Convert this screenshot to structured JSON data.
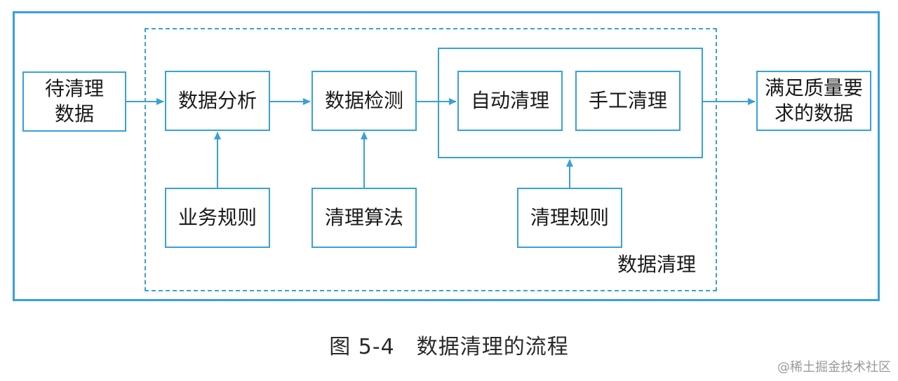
{
  "diagram": {
    "nodes": {
      "input": "待清理\n数据",
      "analysis": "数据分析",
      "detection": "数据检测",
      "auto_clean": "自动清理",
      "manual_clean": "手工清理",
      "output": "满足质量要\n求的数据",
      "business_rules": "业务规则",
      "clean_algorithm": "清理算法",
      "clean_rules": "清理规则"
    },
    "group_label": "数据清理",
    "accent_color": "#3aa0d8"
  },
  "caption": "图 5-4　数据清理的流程",
  "watermark": "@稀土掘金技术社区"
}
